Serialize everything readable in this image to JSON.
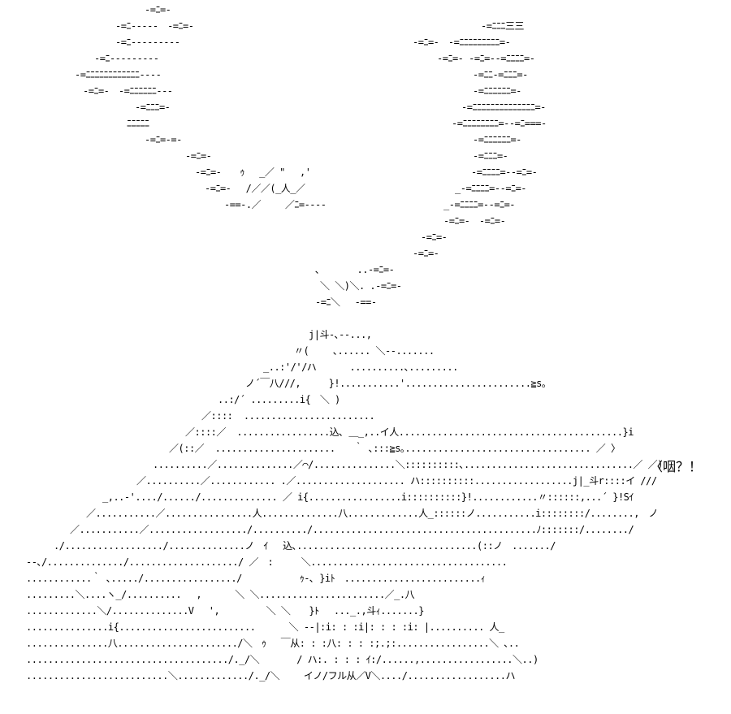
{
  "art": {
    "lines": [
      "-=ﾆ=-",
      "-=ﾆ-----　-=ﾆ=-",
      "-=ﾆ---------",
      "-=ﾆ---------",
      "-=ﾆﾆﾆﾆﾆﾆﾆﾆﾆﾆﾆﾆ----",
      "-=ﾆ=-　-=ﾆﾆﾆﾆﾆﾆ---",
      "-=ﾆﾆﾆ=-",
      "ﾆﾆﾆﾆﾆ",
      "-=ﾆ=-=-",
      "-=ﾆ=-",
      "-=ﾆ=-　　ｩ　 _／ \"　 ,'",
      "-=ﾆ=-　 /／／(_人_／",
      "-==-.／　　 ／ﾆ=----",
      "-=ﾆﾆﾆ三三",
      "-=ﾆ=-　-=ﾆﾆﾆﾆﾆﾆﾆﾆﾆ=-",
      "-=ﾆ=- -=ﾆ=--=ﾆﾆﾆﾆ=-",
      "-=ﾆﾆ-=ﾆﾆﾆ=-",
      "-=ﾆﾆﾆﾆﾆﾆ=-",
      "-=ﾆﾆﾆﾆﾆﾆﾆﾆﾆﾆﾆﾆﾆﾆ=-",
      "-=ﾆﾆﾆﾆﾆﾆﾆﾆ=--=ﾆ===-",
      "-=ﾆﾆﾆﾆﾆﾆ=-",
      "-=ﾆﾆﾆ=-",
      "-=ﾆﾆﾆﾆ=--=ﾆ=-",
      "_-=ﾆﾆﾆﾆ=--=ﾆ=-",
      "_-=ﾆﾆﾆﾆ=--=ﾆ=-",
      "-=ﾆ=-　-=ﾆ=-",
      "-=ﾆ=-",
      "-=ﾆ=-",
      "､　　　　..-=ﾆ=-",
      "＼ ＼)＼. .-=ﾆ=-",
      "-=ﾆ＼　 -==-",
      "j|斗-､--...,",
      "〃(　　 ､...... ＼--.......",
      "_..:'/'/ハ　　　 ..........､.........",
      "ノ´￣八///,　　　}!...........'.......................≧s｡",
      "..:/´ .........i{　＼ )",
      "／::::  ........................",
      "／::::／  .................込､ ＿_,..イ人.........................................}i",
      "／(::／  ......................　　｀ ､:::≧s｡.................................. ／ 〉",
      "..........／..............／⌒/...............＼::::::::::､...............................／ ／)",
      "／..........／............ .／.................... ハ::::::::::..................j|_斗r::::イ ///",
      "_,..-'..../....../.............. ／ i{.................i::::::::::}!............〃::::::,...´ }!Sｲ",
      "／...........／................人..............八.............人_::::::ノ...........i::::::::/........,　ノ",
      "／...........／................../........../.........................................ﾉ:::::::/......../",
      "./................../..............ノ　ｲ　 込､.................................(::ノ　......./",
      "--､/............../..................../ ／　:　　　＼....................................",
      "............｀ ､...../................./　 　　　　 ｩ-､ }iﾄ　.........................ｨ",
      ".........＼....ヽ_/..........　 ,　　　 ＼ ＼.......................／_.八",
      ".............＼/..............V　 ',　　　　　＼ ＼　　}ﾄ　 ..._.,斗ｨ.......}",
      "...............i{.........................　　　 ＼ --|:i: : :i|: : : :i: |.......... 人_",
      "...............八....................../＼　ｩ　 ￣从: : :八: : : :;.;:.................＼ ､..",
      "...................................../._/＼　　　　/ ハ:. : : : ｲ:/......,.................＼..)",
      "..........................＼............./._/＼　　 イノ/フル从／V＼..../..................ハ"
    ],
    "caption": "〈咽？！"
  }
}
